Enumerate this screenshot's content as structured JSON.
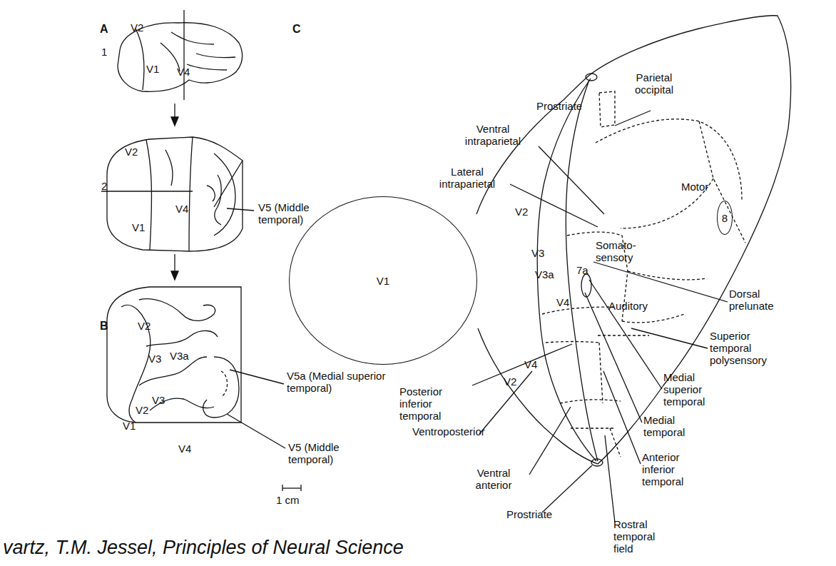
{
  "diagram": {
    "caption": "vartz, T.M. Jessel, Principles of Neural Science",
    "nodes": [
      {
        "text": [
          "V1"
        ]
      },
      {
        "text": [
          "8"
        ]
      }
    ],
    "edges": [],
    "labels": [
      "A",
      "1",
      "V2",
      "V1",
      "V4",
      "2",
      "V2",
      "V1",
      "V4",
      "V5 (Middle temporal)",
      "B",
      "V2",
      "V3",
      "V3a",
      "V3",
      "V2",
      "V1",
      "V4",
      "V5a (Medial superior temporal)",
      "V5 (Middle temporal)",
      "C",
      "Parietal occipital",
      "Prostriate",
      "Ventral intraparietal",
      "Lateral intraparietal",
      "V2",
      "Motor",
      "V3",
      "7a",
      "Somato- sensory",
      "V3a",
      "Dorsal prelunate",
      "V4",
      "Auditory",
      "Superior temporal polysensory",
      "Posterior inferior temporal",
      "V2",
      "V4",
      "Medial superior temporal",
      "Ventroposterior",
      "Medial temporal",
      "Ventral anterior",
      "Anterior inferior temporal",
      "Prostriate",
      "Rostral temporal field",
      "1 cm"
    ]
  }
}
